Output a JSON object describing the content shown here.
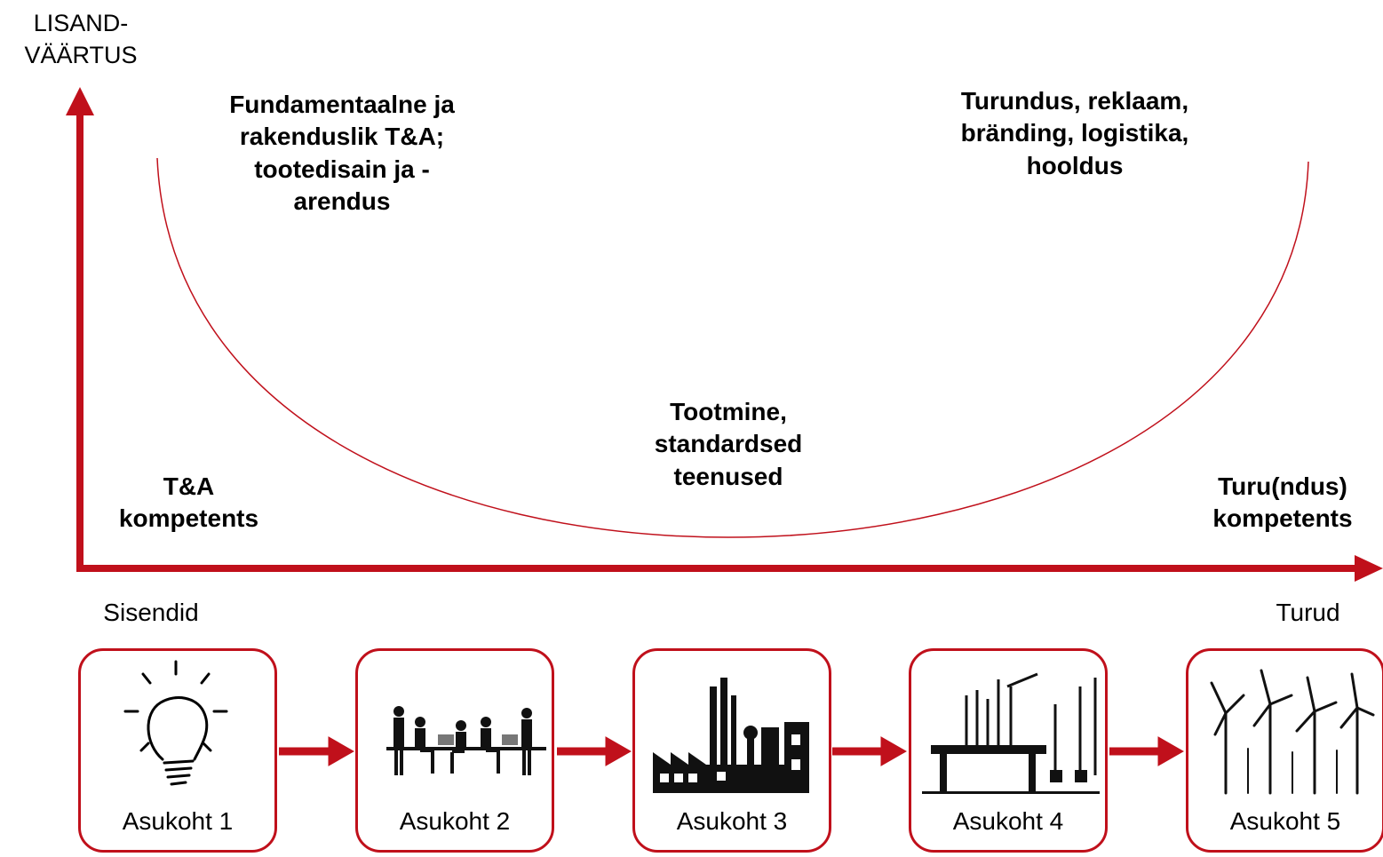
{
  "y_axis_label": {
    "line1": "LISAND-",
    "line2": "VÄÄRTUS"
  },
  "curve_labels": {
    "left": {
      "lines": [
        "Fundamentaalne ja",
        "rakenduslik T&A;",
        "tootedisain ja -",
        "arendus"
      ]
    },
    "right": {
      "lines": [
        "Turundus, reklaam,",
        "bränding, logistika,",
        "hooldus"
      ]
    },
    "bottom": {
      "lines": [
        "Tootmine,",
        "standardsed",
        "teenused"
      ]
    }
  },
  "axis_end_labels": {
    "left": {
      "lines": [
        "T&A",
        "kompetents"
      ]
    },
    "right": {
      "lines": [
        "Turu(ndus)",
        "kompetents"
      ]
    }
  },
  "flow_labels": {
    "start": "Sisendid",
    "end": "Turud"
  },
  "locations": [
    {
      "label": "Asukoht 1",
      "icon": "lightbulb-icon"
    },
    {
      "label": "Asukoht 2",
      "icon": "office-people-icon"
    },
    {
      "label": "Asukoht 3",
      "icon": "factory-icon"
    },
    {
      "label": "Asukoht 4",
      "icon": "offshore-platform-icon"
    },
    {
      "label": "Asukoht 5",
      "icon": "wind-turbines-icon"
    }
  ],
  "colors": {
    "accent": "#c0101b",
    "curve": "#c0101b",
    "text": "#000000"
  }
}
